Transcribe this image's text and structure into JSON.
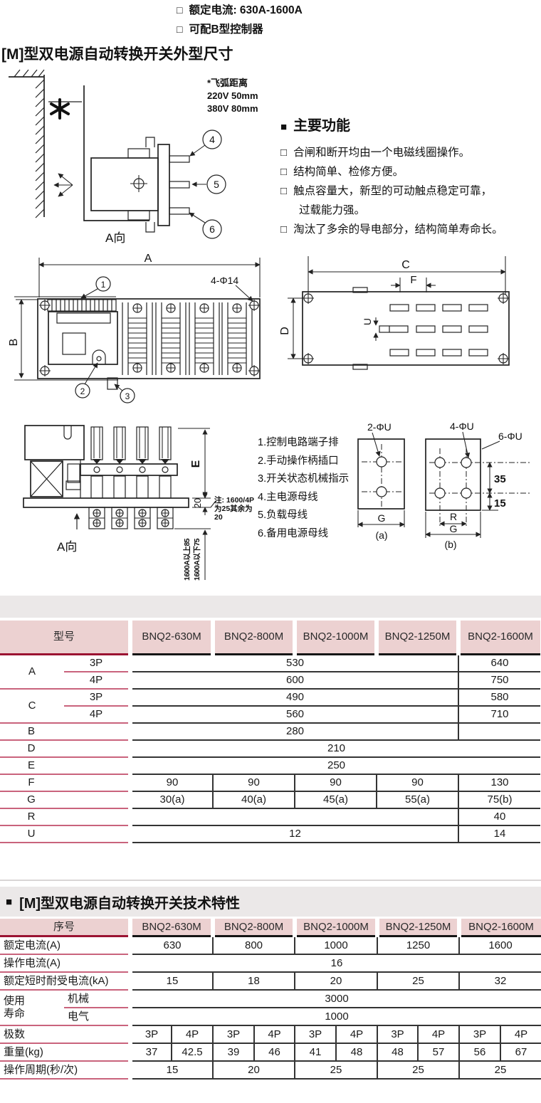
{
  "glyphs": {
    "checkbox": "□",
    "bullet": "■"
  },
  "intro": {
    "features": [
      "额定电流:  630A-1600A",
      "可配B型控制器"
    ]
  },
  "titles": {
    "dim": "[M]型双电源自动转换开关外型尺寸",
    "tech": "[M]型双电源自动转换开关技术特性"
  },
  "functions": {
    "title": "主要功能",
    "lines": [
      {
        "text": "合闸和断开均由一个电磁线圈操作。"
      },
      {
        "text": "结构简单、检修方便。"
      },
      {
        "text": "触点容量大，新型的可动触点稳定可靠，"
      },
      {
        "text": "过载能力强。"
      },
      {
        "text": "淘汰了多余的导电部分，结构简单寿命长。"
      }
    ]
  },
  "drawing1": {
    "arc_note": [
      "*飞弧距离",
      "220V  50mm",
      "380V  80mm"
    ],
    "view_label": "A向",
    "c4": "4",
    "c5": "5",
    "c6": "6"
  },
  "drawing2": {
    "dim_a": "A",
    "dim_b": "B",
    "holes_label": "4-Φ14",
    "c1": "1",
    "c2": "2",
    "c3": "3",
    "dim_c": "C",
    "dim_d": "D",
    "dim_f": "F",
    "dim_u": "U"
  },
  "drawing3": {
    "dim_e": "E",
    "dim_20": "20",
    "view_label": "A向",
    "note1": "注: 1600/4P",
    "note2": "为25其余为20",
    "stack1": "1600A以上85",
    "stack2": "1600A以下75",
    "legend": [
      "1.控制电路端子排",
      "2.手动操作柄插口",
      "3.开关状态机械指示",
      "4.主电源母线",
      "5.负载母线",
      "6.备用电源母线"
    ],
    "pa": {
      "holes": "2-ΦU",
      "g": "G",
      "cap": "(a)"
    },
    "pb": {
      "holes4": "4-ΦU",
      "holes6": "6-ΦU",
      "d35": "35",
      "d15": "15",
      "r": "R",
      "g": "G",
      "cap": "(b)"
    }
  },
  "models": [
    "BNQ2-630M",
    "BNQ2-800M",
    "BNQ2-1000M",
    "BNQ2-1250M",
    "BNQ2-1600M"
  ],
  "t1": {
    "corner": "型号",
    "a_label": "A",
    "a3_sub": "3P",
    "a3_v1": "530",
    "a3_v2": "640",
    "a4_sub": "4P",
    "a4_v1": "600",
    "a4_v2": "750",
    "c_label": "C",
    "c3_sub": "3P",
    "c3_v1": "490",
    "c3_v2": "580",
    "c4_sub": "4P",
    "c4_v1": "560",
    "c4_v2": "710",
    "b_label": "B",
    "b_v1": "280",
    "b_v2": "",
    "d_label": "D",
    "d_v": "210",
    "e_label": "E",
    "e_v": "250",
    "f_label": "F",
    "f": [
      "90",
      "90",
      "90",
      "90",
      "130"
    ],
    "g_label": "G",
    "g": [
      "30(a)",
      "40(a)",
      "45(a)",
      "55(a)",
      "75(b)"
    ],
    "r_label": "R",
    "r_v1": "",
    "r_v2": "40",
    "u_label": "U",
    "u_v1": "12",
    "u_v2": "14"
  },
  "t2": {
    "corner": "序号",
    "rated_label": "额定电流(A)",
    "rated": [
      "630",
      "800",
      "1000",
      "1250",
      "1600"
    ],
    "op_label": "操作电流(A)",
    "op_v": "16",
    "ws_label": "额定短时耐受电流(kA)",
    "ws": [
      "15",
      "18",
      "20",
      "25",
      "32"
    ],
    "life_label": "使用寿命",
    "mech_label": "机械",
    "mech_v": "3000",
    "elec_label": "电气",
    "elec_v": "1000",
    "poles_label": "极数",
    "poles": [
      "3P",
      "4P",
      "3P",
      "4P",
      "3P",
      "4P",
      "3P",
      "4P",
      "3P",
      "4P"
    ],
    "weight_label": "重量(kg)",
    "weight": [
      "37",
      "42.5",
      "39",
      "46",
      "41",
      "48",
      "48",
      "57",
      "56",
      "67"
    ],
    "cycle_label": "操作周期(秒/次)",
    "cycle": [
      "15",
      "20",
      "25",
      "25",
      "25"
    ]
  }
}
